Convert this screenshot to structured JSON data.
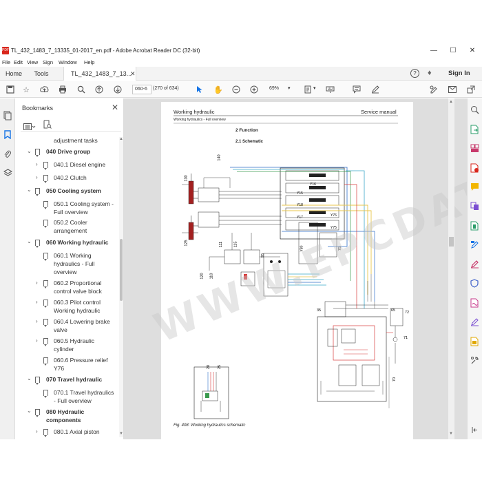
{
  "window": {
    "title": "TL_432_1483_7_13335_01-2017_en.pdf - Adobe Acrobat Reader DC (32-bit)",
    "app_icon_label": "PDF"
  },
  "menu": [
    "File",
    "Edit",
    "View",
    "Sign",
    "Window",
    "Help"
  ],
  "tabs": {
    "home": "Home",
    "tools": "Tools",
    "document": "TL_432_1483_7_13...",
    "sign_in": "Sign In"
  },
  "toolbar": {
    "page_field": "060-6",
    "page_count": "(270 of 634)",
    "zoom": "69%"
  },
  "bookmarks": {
    "header": "Bookmarks",
    "items": [
      {
        "label": "adjustment tasks",
        "level": 2
      },
      {
        "label": "040 Drive group",
        "level": 1,
        "expanded": true
      },
      {
        "label": "040.1 Diesel engine",
        "level": 2,
        "has_children": true
      },
      {
        "label": "040.2 Clutch",
        "level": 2,
        "has_children": true
      },
      {
        "label": "050 Cooling system",
        "level": 1,
        "expanded": true
      },
      {
        "label": "050.1 Cooling system -",
        "label2": "Full overview",
        "level": 2
      },
      {
        "label": "050.2 Cooler",
        "label2": "arrangement",
        "level": 2
      },
      {
        "label": "060 Working hydraulic",
        "level": 1,
        "expanded": true
      },
      {
        "label": "060.1 Working",
        "label2": "hydraulics - Full",
        "label3": "overview",
        "level": 2
      },
      {
        "label": "060.2 Proportional",
        "label2": "control valve block",
        "level": 2,
        "has_children": true
      },
      {
        "label": "060.3 Pilot control",
        "label2": "Working hydraulic",
        "level": 2,
        "has_children": true
      },
      {
        "label": "060.4 Lowering brake",
        "label2": "valve",
        "level": 2,
        "has_children": true
      },
      {
        "label": "060.5 Hydraulic",
        "label2": "cylinder",
        "level": 2,
        "has_children": true
      },
      {
        "label": "060.6 Pressure relief",
        "label2": "Y76",
        "level": 2
      },
      {
        "label": "070 Travel hydraulic",
        "level": 1,
        "expanded": true
      },
      {
        "label": "070.1 Travel hydraulics",
        "label2": "- Full overview",
        "level": 2
      },
      {
        "label": "080 Hydraulic",
        "label2": "components",
        "level": 1,
        "expanded": true
      },
      {
        "label": "080.1 Axial piston",
        "level": 2,
        "has_children": true
      }
    ]
  },
  "page": {
    "header_left": "Working hydraulic",
    "header_right": "Service manual",
    "subheader": "Working hydraulics - Full overview",
    "section": "2 Function",
    "subsection": "2.1 Schematic",
    "caption": "Fig. 408: Working hydraulics schematic",
    "watermark": "WWW.EPCDATA.COM",
    "labels": [
      "140",
      "130",
      "125",
      "120",
      "110",
      "111",
      "115",
      "95",
      "75",
      "65",
      "70",
      "72",
      "71",
      "35",
      "20",
      "25",
      "Y16",
      "Y15",
      "Y18",
      "Y17",
      "Y75",
      "Y76",
      "Y80"
    ]
  },
  "colors": {
    "accent": "#1473e6",
    "acrobat_red": "#d9261c",
    "wire_red": "#d83a3a",
    "wire_blue": "#2f6fc9",
    "wire_cyan": "#3aa6c8",
    "wire_yellow": "#e8c64a",
    "wire_green": "#3a9a4e",
    "wire_black": "#222222"
  }
}
